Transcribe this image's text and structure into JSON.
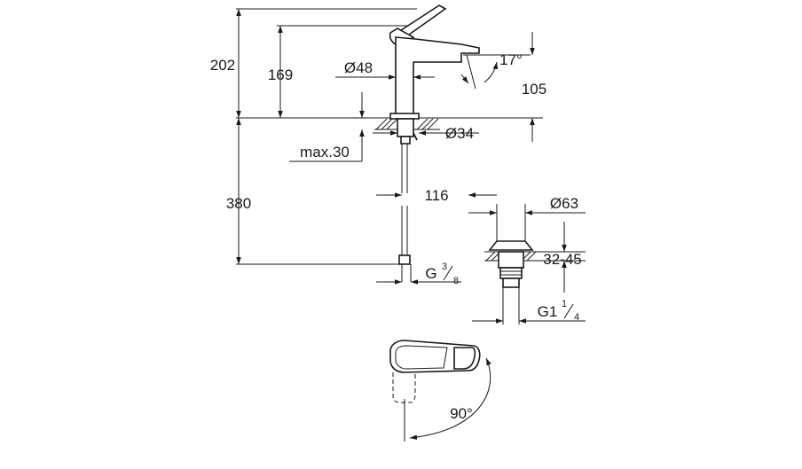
{
  "dimensions": {
    "height_total": "202",
    "height_spout": "169",
    "body_diameter": "Ø48",
    "spout_angle": "17°",
    "spout_reach": "105",
    "hole_diameter": "Ø34",
    "max_deck": "max.30",
    "hose_length": "380",
    "waste_offset": "116",
    "waste_diameter": "Ø63",
    "waste_range": "32-45",
    "thread_hose": "G",
    "thread_hose_num": "3",
    "thread_hose_den": "8",
    "thread_waste": "G1",
    "thread_waste_num": "1",
    "thread_waste_den": "4",
    "lever_angle": "90°"
  }
}
